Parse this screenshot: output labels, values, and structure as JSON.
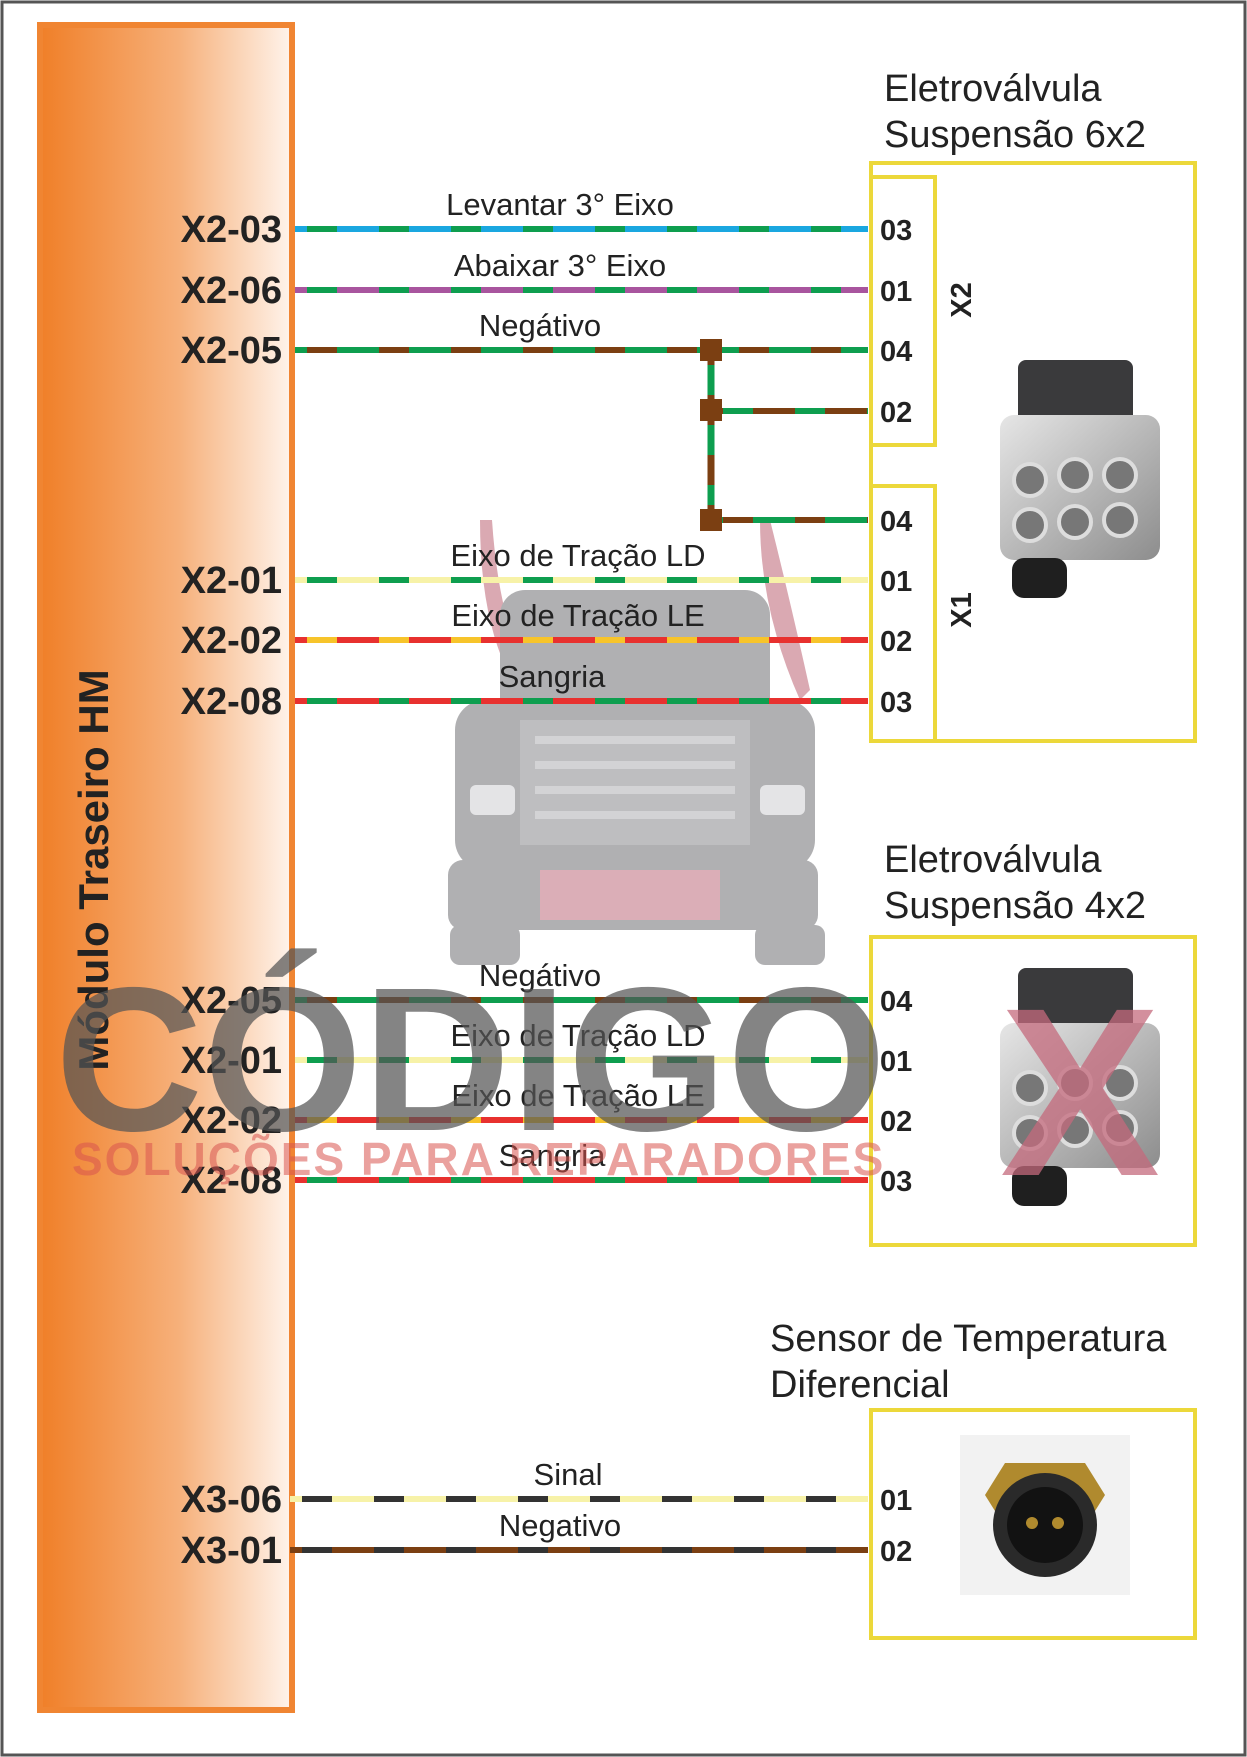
{
  "module": {
    "title": "Módulo Traseiro HM"
  },
  "colors": {
    "green": "#0e9e4f",
    "cyan": "#1aa7e0",
    "purple": "#a8559e",
    "brown": "#7b3f12",
    "pale_yellow": "#f7f2a8",
    "red": "#e8312f",
    "yellow": "#f7c42a",
    "dark": "#333333",
    "box": "#ecd83a",
    "module_orange": "#f08532"
  },
  "components": {
    "valve_6x2": {
      "title_line1": "Eletroválvula",
      "title_line2": "Suspensão 6x2",
      "connector_x2": "X2",
      "connector_x1": "X1",
      "image_icon": "solenoid-valve-photo"
    },
    "valve_4x2": {
      "title_line1": "Eletroválvula",
      "title_line2": "Suspensão 4x2",
      "image_icon": "solenoid-valve-photo"
    },
    "temp_sensor": {
      "title_line1": "Sensor de Temperatura",
      "title_line2": "Diferencial",
      "image_icon": "temperature-sensor-photo"
    }
  },
  "wires": [
    {
      "pin": "X2-03",
      "label": "Levantar 3° Eixo",
      "terminal": "03",
      "colors": [
        "cyan",
        "green"
      ]
    },
    {
      "pin": "X2-06",
      "label": "Abaixar   3° Eixo",
      "terminal": "01",
      "colors": [
        "purple",
        "green"
      ]
    },
    {
      "pin": "X2-05",
      "label": "Negátivo",
      "terminal": "04",
      "colors": [
        "green",
        "brown"
      ]
    },
    {
      "pin": "",
      "label": "",
      "terminal": "02",
      "colors": [
        "brown",
        "green"
      ]
    },
    {
      "pin": "",
      "label": "",
      "terminal": "04",
      "colors": [
        "green",
        "brown"
      ]
    },
    {
      "pin": "X2-01",
      "label": "Eixo de Tração LD",
      "terminal": "01",
      "colors": [
        "pale_yellow",
        "green"
      ]
    },
    {
      "pin": "X2-02",
      "label": "Eixo de Tração LE",
      "terminal": "02",
      "colors": [
        "red",
        "yellow"
      ]
    },
    {
      "pin": "X2-08",
      "label": "Sangria",
      "terminal": "03",
      "colors": [
        "red",
        "green"
      ]
    },
    {
      "pin": "X2-05",
      "label": "Negátivo",
      "terminal": "04",
      "colors": [
        "green",
        "brown"
      ]
    },
    {
      "pin": "X2-01",
      "label": "Eixo de Tração LD",
      "terminal": "01",
      "colors": [
        "pale_yellow",
        "green"
      ]
    },
    {
      "pin": "X2-02",
      "label": "Eixo de Tração LE",
      "terminal": "02",
      "colors": [
        "red",
        "yellow"
      ]
    },
    {
      "pin": "X2-08",
      "label": "Sangria",
      "terminal": "03",
      "colors": [
        "red",
        "green"
      ]
    },
    {
      "pin": "X3-06",
      "label": "Sinal",
      "terminal": "01",
      "colors": [
        "pale_yellow",
        "dark"
      ]
    },
    {
      "pin": "X3-01",
      "label": "Negativo",
      "terminal": "02",
      "colors": [
        "brown",
        "dark"
      ]
    }
  ],
  "watermark": {
    "main": "CÓDIGO",
    "x": "X",
    "sub": "SOLUÇÕES PARA REPARADORES"
  }
}
